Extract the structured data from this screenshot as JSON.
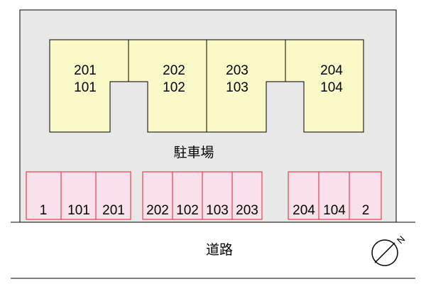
{
  "building": {
    "units": [
      {
        "upper": "201",
        "lower": "101"
      },
      {
        "upper": "202",
        "lower": "102"
      },
      {
        "upper": "203",
        "lower": "103"
      },
      {
        "upper": "204",
        "lower": "104"
      }
    ]
  },
  "parking_area_label": "駐車場",
  "parking_spaces": [
    {
      "label": "1"
    },
    {
      "label": "101"
    },
    {
      "label": "201"
    },
    {
      "label": "202"
    },
    {
      "label": "102"
    },
    {
      "label": "103"
    },
    {
      "label": "203"
    },
    {
      "label": "204"
    },
    {
      "label": "104"
    },
    {
      "label": "2"
    }
  ],
  "road_label": "道路",
  "compass": {
    "north_letter": "N"
  },
  "colors": {
    "lot_fill": "#e8e8e8",
    "building_fill": "#fafac8",
    "parking_fill": "#fae0ea",
    "parking_stroke": "#e02030",
    "outline": "#000000"
  }
}
